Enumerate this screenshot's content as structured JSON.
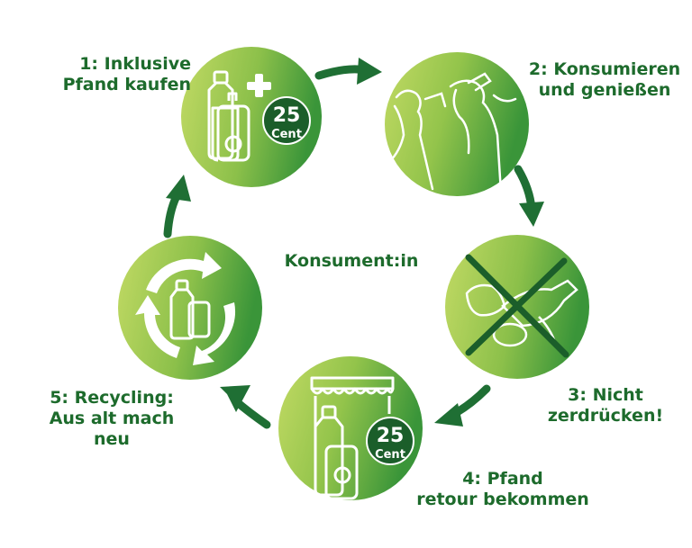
{
  "center_label": "Konsument:in",
  "steps": [
    {
      "line1": "1: Inklusive",
      "line2": "Pfand kaufen"
    },
    {
      "line1": "2: Konsumieren",
      "line2": "und genießen"
    },
    {
      "line1": "3: Nicht",
      "line2": "zerdrücken!"
    },
    {
      "line1": "4: Pfand",
      "line2": "retour bekommen"
    },
    {
      "line1": "5: Recycling:",
      "line2": "Aus alt mach neu"
    }
  ],
  "badge": {
    "amount": "25",
    "unit": "Cent"
  },
  "colors": {
    "text": "#1d6b2c",
    "arrow": "#1f6f34",
    "circle_light": "#b7d35a",
    "circle_dark": "#3f9a3b",
    "badge": "#1b5e2a"
  },
  "icons": [
    "bottle-plus-icon",
    "people-drinking-icon",
    "crossed-out-crushed-bottles-icon",
    "shop-bottle-return-icon",
    "recycle-bottles-icon"
  ]
}
